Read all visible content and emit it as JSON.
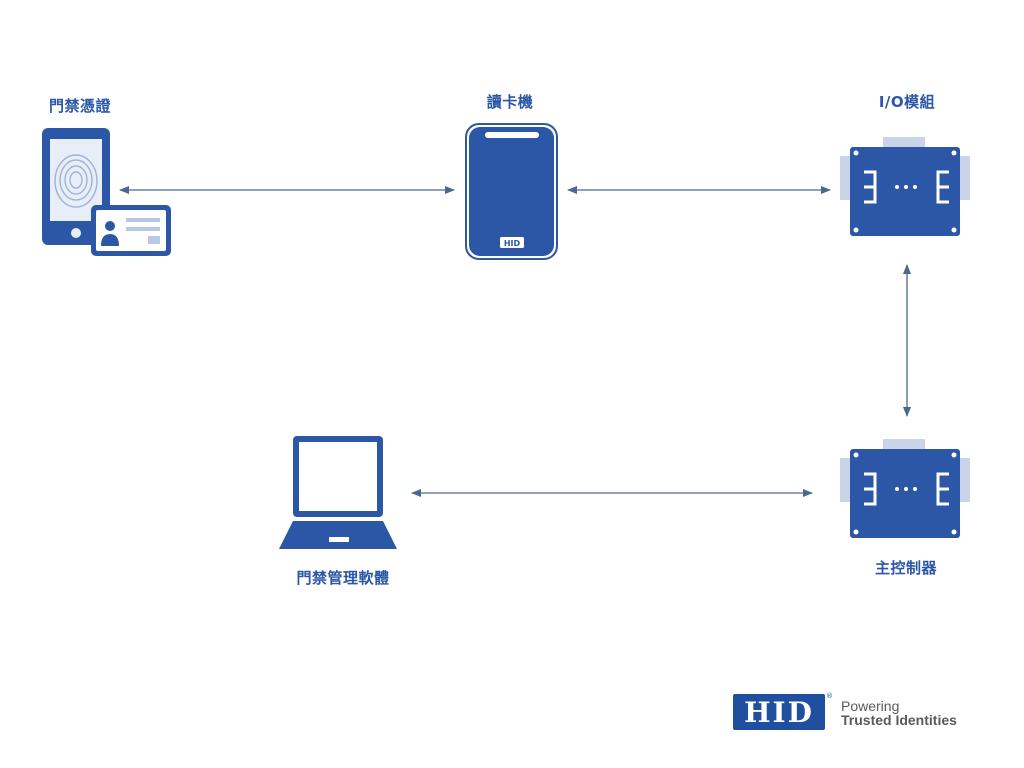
{
  "nodes": {
    "credential": {
      "label": "門禁憑證",
      "icon": "phone-fingerprint-and-id-card-icon"
    },
    "reader": {
      "label": "讀卡機",
      "badge": "HID",
      "icon": "card-reader-icon"
    },
    "io_module": {
      "label": "I/O模組",
      "icon": "io-module-icon"
    },
    "controller": {
      "label": "主控制器",
      "icon": "controller-icon"
    },
    "software": {
      "label": "門禁管理軟體",
      "icon": "laptop-icon"
    }
  },
  "edges": [
    {
      "from": "credential",
      "to": "reader",
      "direction": "both"
    },
    {
      "from": "reader",
      "to": "io_module",
      "direction": "both"
    },
    {
      "from": "io_module",
      "to": "controller",
      "direction": "both"
    },
    {
      "from": "software",
      "to": "controller",
      "direction": "both"
    }
  ],
  "logo": {
    "brand": "HID",
    "tagline_line1": "Powering",
    "tagline_line2": "Trusted Identities"
  },
  "colors": {
    "primary": "#2b57a6",
    "dark": "#1f4f9e",
    "arrow": "#4a6890",
    "light": "#c9d4e8"
  }
}
